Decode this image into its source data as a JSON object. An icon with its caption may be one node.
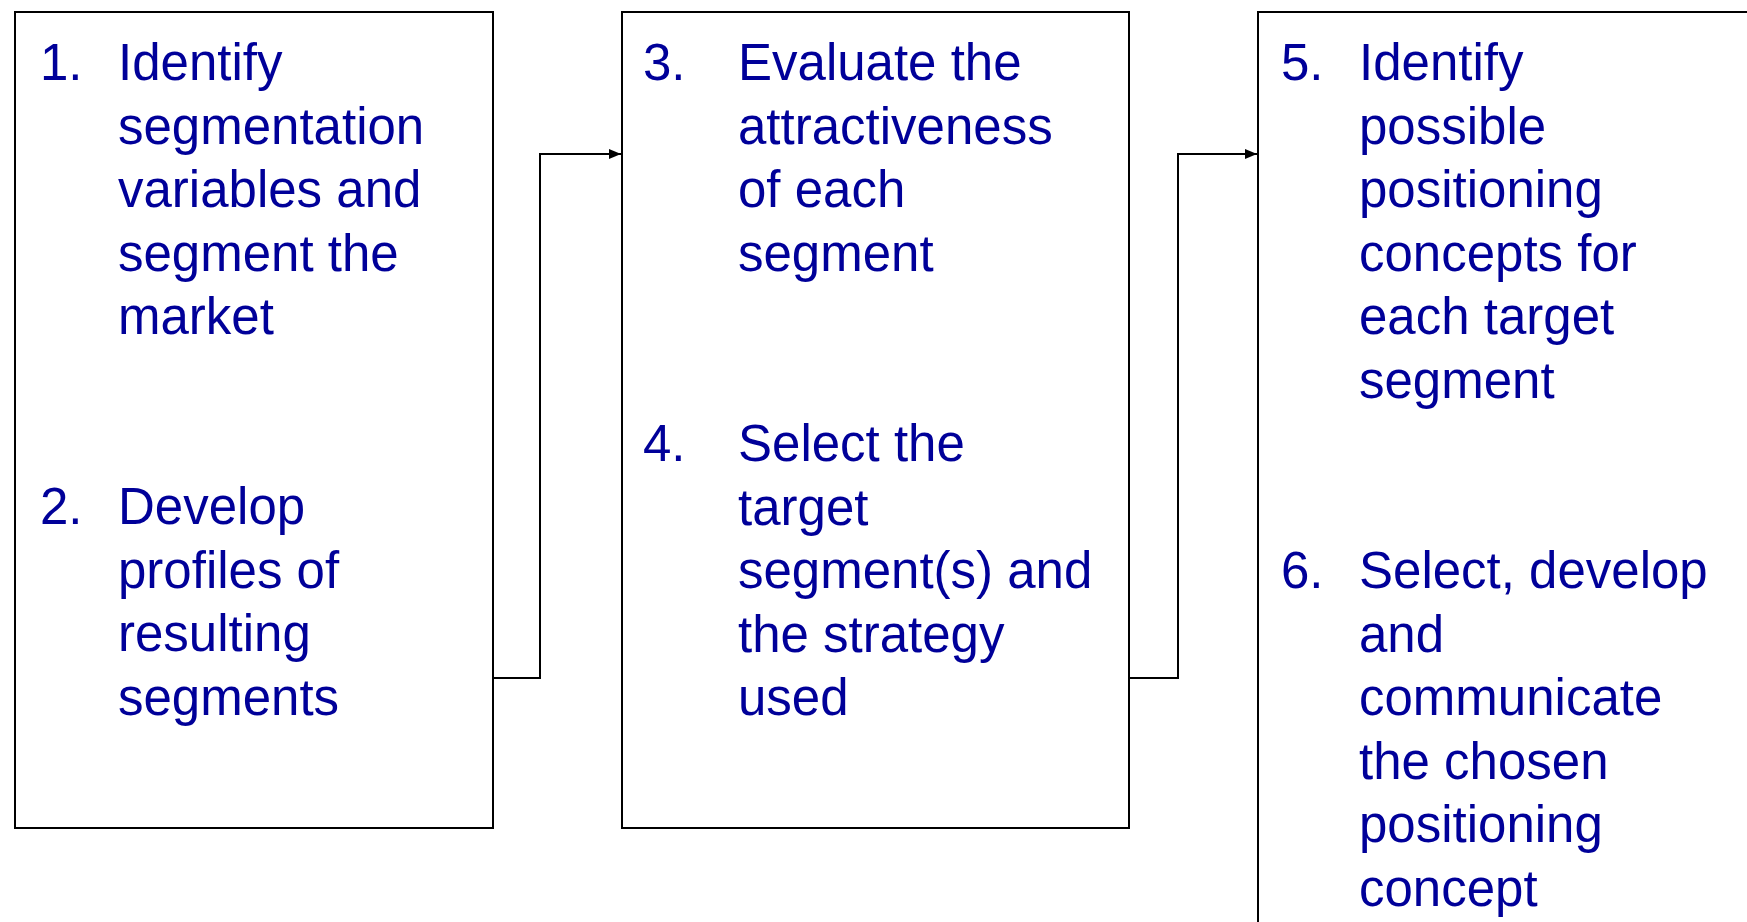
{
  "diagram": {
    "nodes": [
      {
        "text": [
          "1.",
          "Identify segmentation variables and segment the market",
          "2.",
          "Develop profiles of resulting segments"
        ]
      },
      {
        "text": [
          "3.",
          "Evaluate the attractiveness of each segment",
          "4.",
          "Select the target segment(s) and the strategy used"
        ]
      },
      {
        "text": [
          "5.",
          "Identify possible positioning concepts for each target segment",
          "6.",
          "Select, develop and communicate the chosen positioning concept"
        ]
      }
    ],
    "edges": [
      {
        "from": 0,
        "to": 1,
        "arrow": "to"
      },
      {
        "from": 1,
        "to": 2,
        "arrow": "to"
      }
    ]
  }
}
